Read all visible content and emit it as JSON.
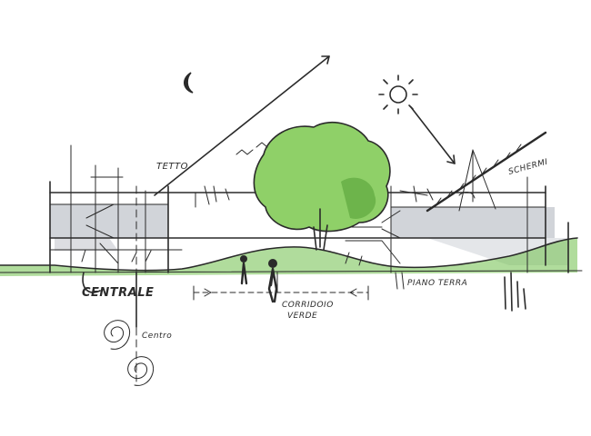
{
  "labels": {
    "roof": "TETTO",
    "sunscreen": "SCHERMI",
    "ground_level": "PIANO TERRA",
    "basement": "CENTRALE",
    "center": "Centro",
    "corridor_line1": "CORRIDOIO",
    "corridor_line2": "VERDE"
  },
  "colors": {
    "ink": "#2a2a2a",
    "grass": "#6fbf4a",
    "tree": "#8fd068",
    "tree_shadow": "#5ea83f",
    "glass": "#c9ccd2"
  },
  "icons": [
    "moon-icon",
    "sun-icon",
    "tree-icon",
    "person-icon",
    "spiral-icon"
  ]
}
